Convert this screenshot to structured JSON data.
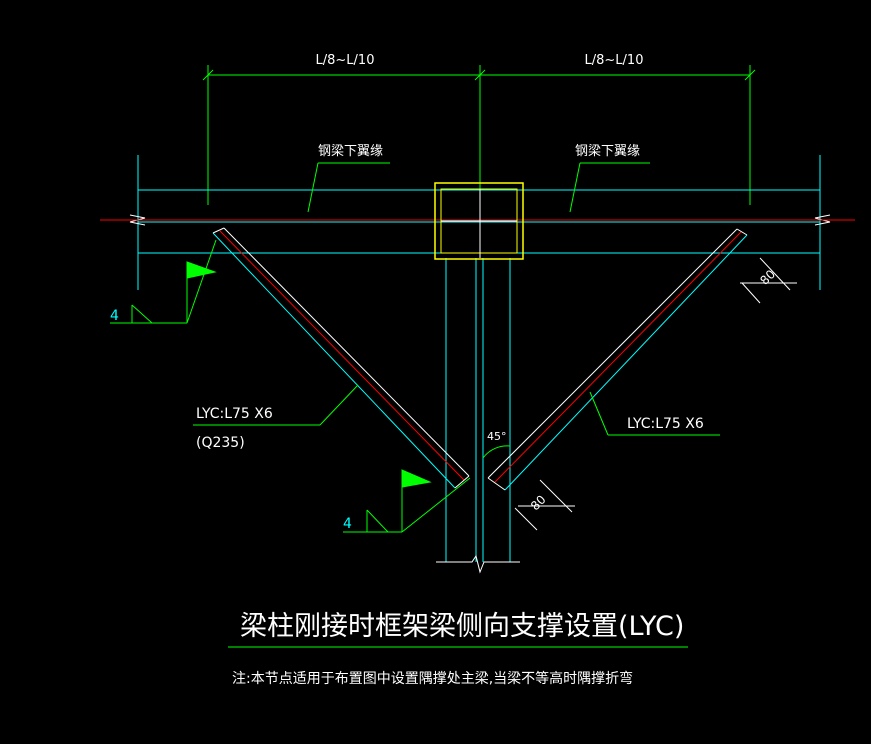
{
  "drawing": {
    "dim_left": "L/8~L/10",
    "dim_right": "L/8~L/10",
    "flange_left": "钢梁下翼缘",
    "flange_right": "钢梁下翼缘",
    "weld_left_size": "4",
    "weld_bottom_size": "4",
    "brace_left_label": "LYC:L75 X6",
    "brace_left_material": "(Q235)",
    "brace_right_label": "LYC:L75 X6",
    "dim_small_right": "80",
    "dim_small_bottom": "80",
    "angle_label": "45°",
    "title": "梁柱刚接时框架梁侧向支撑设置(LYC)",
    "note": "注:本节点适用于布置图中设置隅撑处主梁,当梁不等高时隅撑折弯"
  },
  "colors": {
    "background": "#000000",
    "dimension": "#00ff00",
    "beam": "#00ffff",
    "center": "#ff0000",
    "column_box": "#ffff00",
    "text": "#ffffff",
    "weld_flag": "#00ff00",
    "weld_number": "#00ffff"
  }
}
